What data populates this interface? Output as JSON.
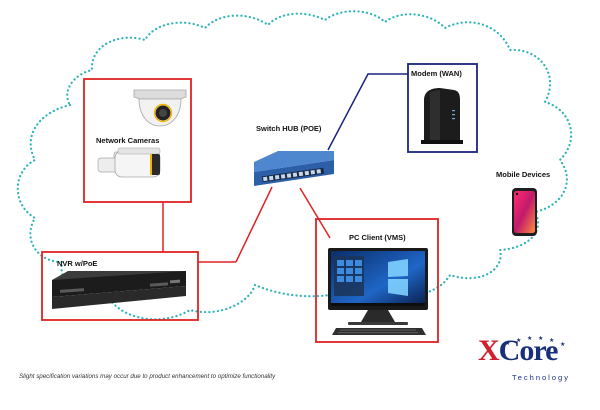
{
  "nodes": {
    "network_cameras": "Network Cameras",
    "nvr": "NVR w/PoE",
    "switch_hub": "Switch HUB (POE)",
    "modem": "Modem (WAN)",
    "mobile_devices": "Mobile Devices",
    "pc_client": "PC Client (VMS)"
  },
  "footnote": "Slight specification variations may occur due to product enhancement to optimize functionality",
  "logo": {
    "brand_x": "X",
    "brand_rest": "Core",
    "tagline": "Technology"
  },
  "colors": {
    "cloud_dots": "#2bb3b8",
    "red_link": "#e02222",
    "navy_link": "#1a237e",
    "switch_body": "#2d5fa8",
    "logo_red": "#d0202c",
    "logo_navy": "#1a2f7a"
  },
  "icons": [
    "dome-camera-icon",
    "bullet-camera-icon",
    "nvr-icon",
    "switch-icon",
    "modem-icon",
    "smartphone-icon",
    "pc-monitor-icon",
    "logo-stars-icon"
  ]
}
